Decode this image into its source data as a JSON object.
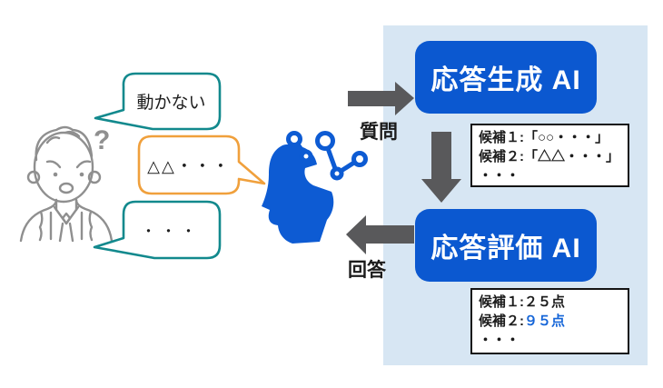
{
  "user": {
    "question_mark": "?"
  },
  "speech_bubbles": [
    {
      "text": "動かない",
      "border_color": "#12898d"
    },
    {
      "text": "△△・・・",
      "border_color": "#f0a03c"
    },
    {
      "text": "・・・",
      "border_color": "#12898d"
    }
  ],
  "flow": {
    "question_label": "質問",
    "answer_label": "回答",
    "arrow_color": "#59595b"
  },
  "nodes": {
    "generation_ai": "応答生成 AI",
    "evaluation_ai": "応答評価 AI",
    "node_color": "#0b58d0",
    "node_text_color": "#ffffff"
  },
  "candidates_box": {
    "lines": [
      "候補１:「○○・・・」",
      "候補２:「△△・・・」",
      "・・・"
    ]
  },
  "scores_box": {
    "line1": "候補１:２５点",
    "line2_prefix": "候補２:",
    "line2_score": "９５点",
    "line3": "・・・",
    "score_highlight_color": "#1565d8"
  },
  "panel": {
    "background_color": "#d7e6f3"
  },
  "icons": {
    "ai_head_icon_color": "#0d5bd3",
    "person_icon_color": "#8f8f8f"
  }
}
